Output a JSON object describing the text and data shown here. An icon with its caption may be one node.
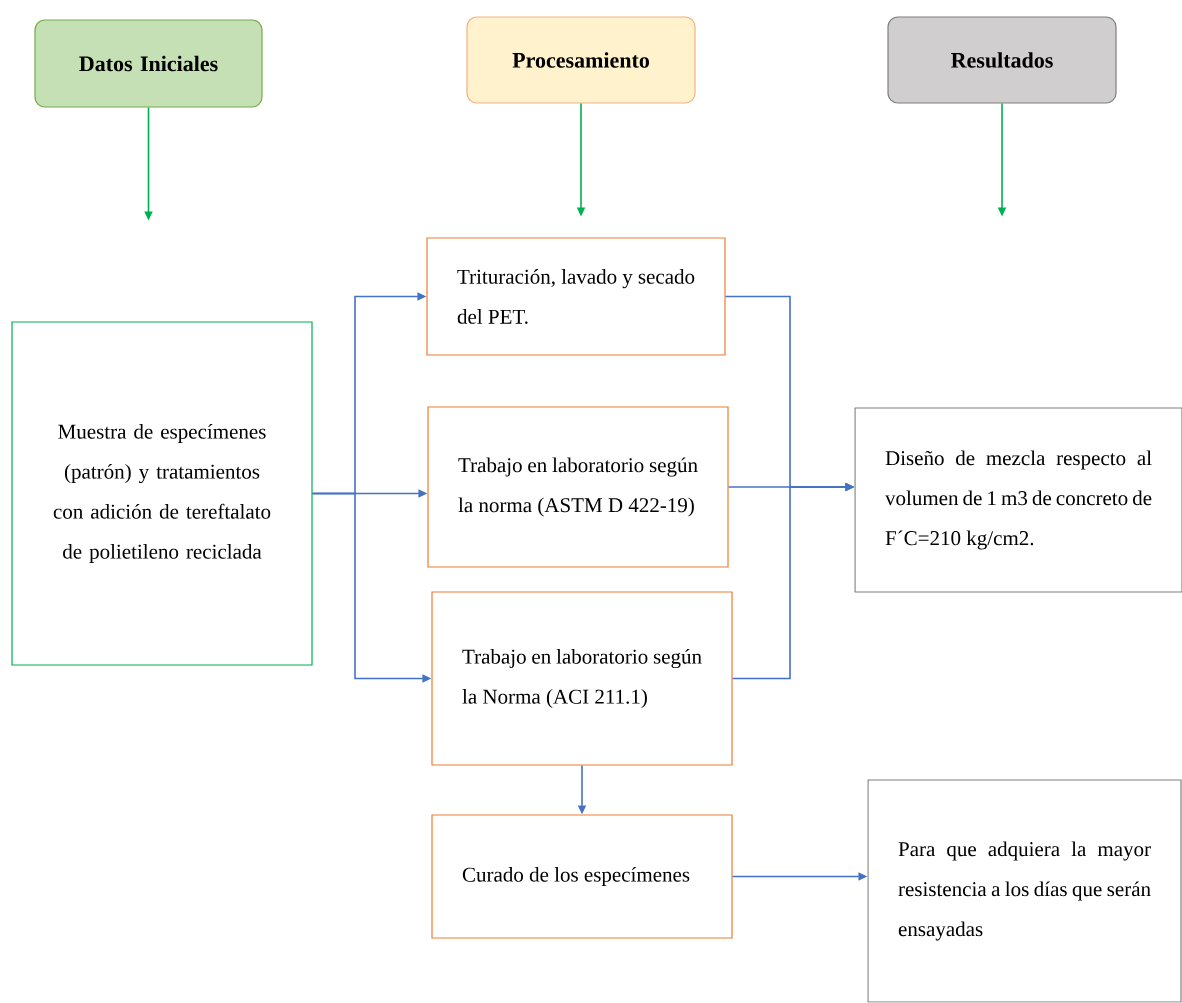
{
  "diagram": {
    "nodes": [
      {
        "text": [
          "Datos Iniciales"
        ]
      },
      {
        "text": [
          "Procesamiento"
        ]
      },
      {
        "text": [
          "Resultados"
        ]
      },
      {
        "text": [
          "Muestra de especímenes (patrón) y tratamientos con adición de tereftalato de polietileno reciclada"
        ]
      },
      {
        "text": [
          "Trituración, lavado y secado del PET."
        ]
      },
      {
        "text": [
          "Trabajo en laboratorio según la norma (ASTM D 422-19)"
        ]
      },
      {
        "text": [
          "Trabajo en laboratorio según la Norma (ACI 211.1)"
        ]
      },
      {
        "text": [
          "Curado de los especímenes"
        ]
      },
      {
        "text": [
          "Diseño de mezcla respecto al volumen de 1 m3 de concreto de F´C=210 kg/cm2."
        ]
      },
      {
        "text": [
          "Para que adquiera la mayor resistencia a los días que serán ensayadas"
        ]
      }
    ],
    "edges": [
      {
        "from": 0,
        "to": null,
        "arrow": "to",
        "color": "#00b050"
      },
      {
        "from": 1,
        "to": null,
        "arrow": "to",
        "color": "#00b050"
      },
      {
        "from": 2,
        "to": null,
        "arrow": "to",
        "color": "#00b050"
      },
      {
        "from": 3,
        "to": 4,
        "arrow": "to"
      },
      {
        "from": 3,
        "to": 5,
        "arrow": "to"
      },
      {
        "from": 3,
        "to": 6,
        "arrow": "to"
      },
      {
        "from": 4,
        "to": 8,
        "arrow": "to"
      },
      {
        "from": 5,
        "to": 8,
        "arrow": "to"
      },
      {
        "from": 6,
        "to": 8,
        "arrow": "to"
      },
      {
        "from": 6,
        "to": 7,
        "arrow": "to"
      },
      {
        "from": 7,
        "to": 9,
        "arrow": "to"
      }
    ]
  }
}
